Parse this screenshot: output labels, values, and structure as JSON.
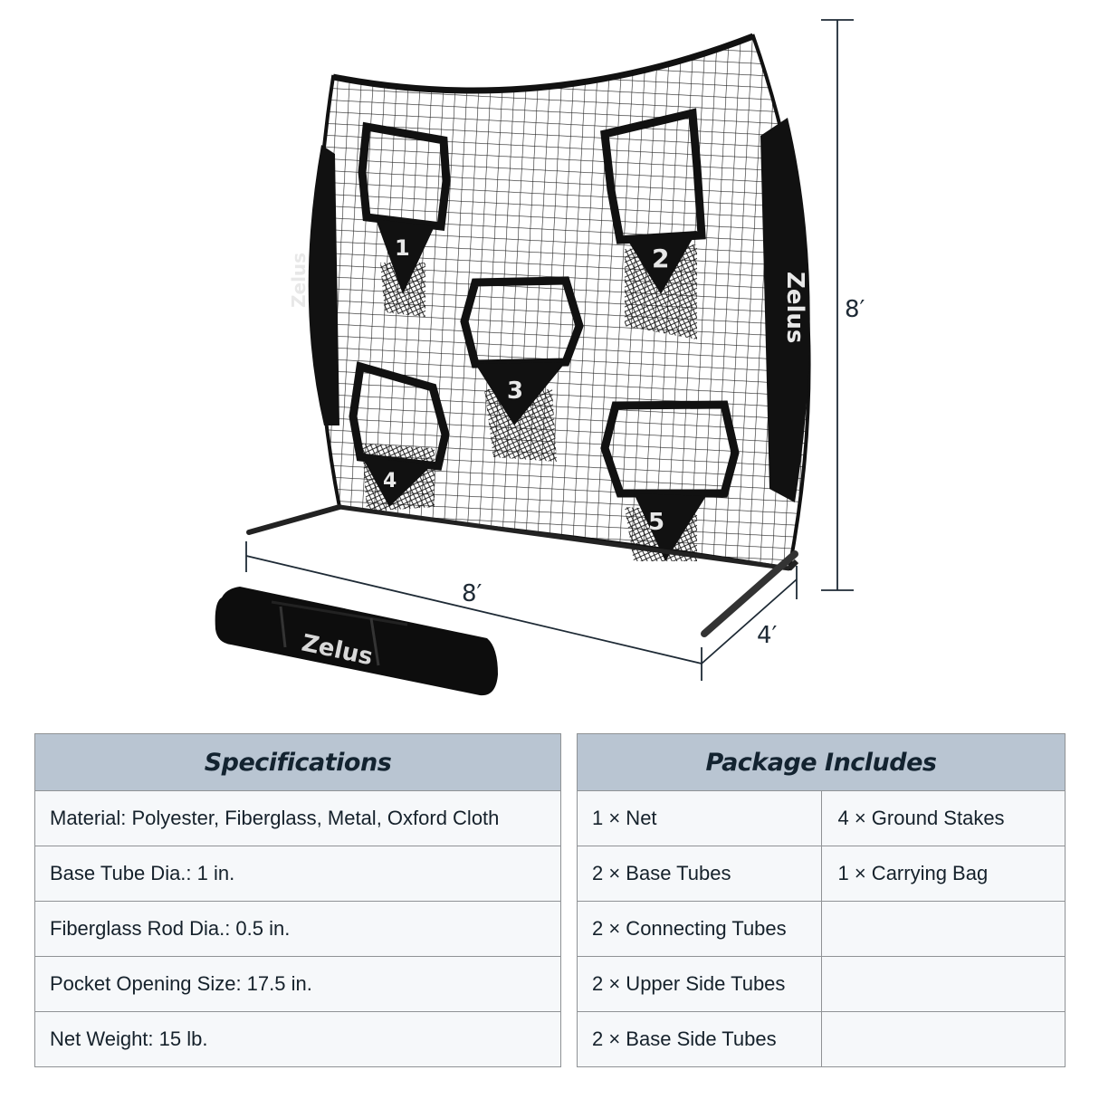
{
  "product": {
    "brand": "Zelus",
    "pocket_numbers": [
      "1",
      "2",
      "3",
      "4",
      "5"
    ]
  },
  "dimensions": {
    "height": "8′",
    "width": "8′",
    "depth": "4′"
  },
  "specifications": {
    "title": "Specifications",
    "rows": [
      "Material: Polyester, Fiberglass, Metal, Oxford Cloth",
      "Base Tube Dia.: 1 in.",
      "Fiberglass Rod Dia.: 0.5 in.",
      "Pocket Opening Size: 17.5 in.",
      "Net Weight: 15 lb."
    ]
  },
  "package": {
    "title": "Package Includes",
    "col1": [
      "1 × Net",
      "2 × Base Tubes",
      "2 × Connecting Tubes",
      "2 × Upper Side Tubes",
      "2 × Base Side Tubes"
    ],
    "col2": [
      "4 × Ground Stakes",
      "1 × Carrying Bag",
      "",
      "",
      ""
    ]
  },
  "colors": {
    "header_bg": "#b9c5d2",
    "cell_bg": "#f6f8fa",
    "border": "#8f9295",
    "net": "#111111"
  }
}
